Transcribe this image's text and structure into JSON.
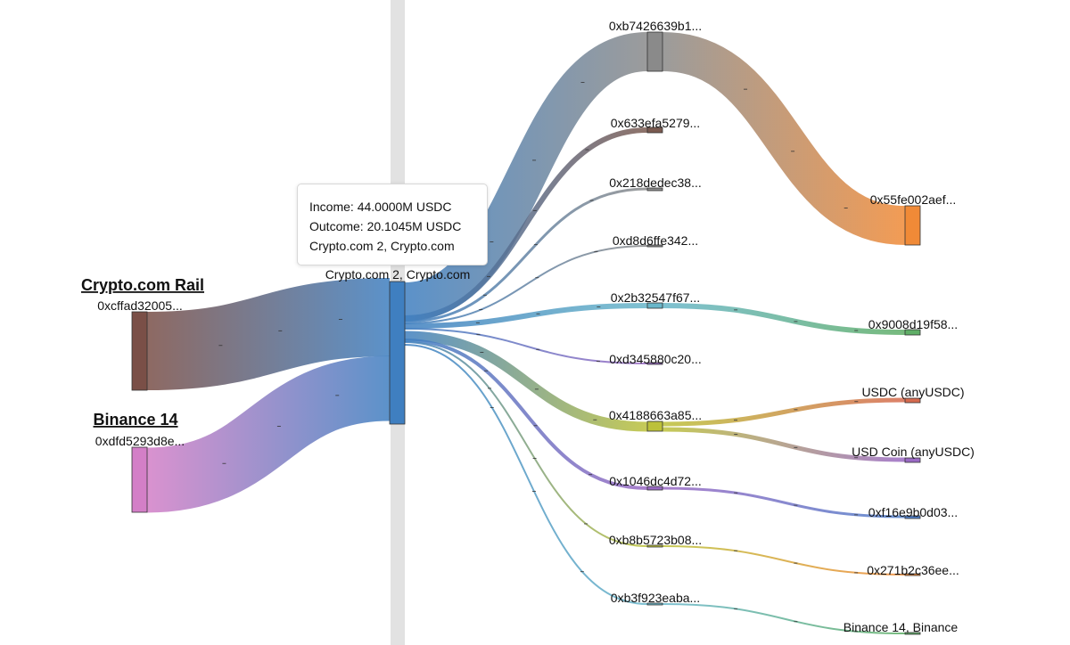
{
  "colors": {
    "rail": "#7a4f47",
    "binance": "#d37fc7",
    "hub": "#3f7fc0",
    "gray": "#8a8a8a",
    "orange": "#f08a37",
    "green": "#5fae67",
    "olive": "#bcc13a",
    "red": "#d66a4f",
    "purple": "#9a6ac4",
    "blue": "#4f7fc9",
    "teal": "#69b6c9",
    "brown": "#7a5a50"
  },
  "entities": [
    {
      "id": "rail",
      "label": "Crypto.com Rail"
    },
    {
      "id": "binance",
      "label": "Binance 14"
    }
  ],
  "nodes": [
    {
      "id": "rail",
      "label": "0xcffad32005..."
    },
    {
      "id": "binance",
      "label": "0xdfd5293d8e..."
    },
    {
      "id": "hub",
      "label": "Crypto.com 2, Crypto.com"
    },
    {
      "id": "b742",
      "label": "0xb7426639b1..."
    },
    {
      "id": "633e",
      "label": "0x633efa5279..."
    },
    {
      "id": "218d",
      "label": "0x218dedec38..."
    },
    {
      "id": "d8d6",
      "label": "0xd8d6ffe342..."
    },
    {
      "id": "2b32",
      "label": "0x2b32547f67..."
    },
    {
      "id": "d345",
      "label": "0xd345880c20..."
    },
    {
      "id": "4188",
      "label": "0x4188663a85..."
    },
    {
      "id": "1046",
      "label": "0x1046dc4d72..."
    },
    {
      "id": "b8b5",
      "label": "0xb8b5723b08..."
    },
    {
      "id": "b3f9",
      "label": "0xb3f923eaba..."
    },
    {
      "id": "55fe",
      "label": "0x55fe002aef..."
    },
    {
      "id": "9008",
      "label": "0x9008d19f58..."
    },
    {
      "id": "usdc",
      "label": "USDC (anyUSDC)"
    },
    {
      "id": "usdcoin",
      "label": "USD Coin (anyUSDC)"
    },
    {
      "id": "f16e",
      "label": "0xf16e9b0d03..."
    },
    {
      "id": "271b",
      "label": "0x271b2c36ee..."
    },
    {
      "id": "bin14",
      "label": "Binance 14, Binance"
    }
  ],
  "links": [
    {
      "source": "rail",
      "target": "hub",
      "value": 24
    },
    {
      "source": "binance",
      "target": "hub",
      "value": 20
    },
    {
      "source": "hub",
      "target": "b742",
      "value": 12
    },
    {
      "source": "hub",
      "target": "633e",
      "value": 1.3
    },
    {
      "source": "hub",
      "target": "218d",
      "value": 0.8
    },
    {
      "source": "hub",
      "target": "d8d6",
      "value": 0.4
    },
    {
      "source": "hub",
      "target": "2b32",
      "value": 1.2
    },
    {
      "source": "hub",
      "target": "d345",
      "value": 0.3
    },
    {
      "source": "hub",
      "target": "4188",
      "value": 2.4
    },
    {
      "source": "hub",
      "target": "1046",
      "value": 0.6
    },
    {
      "source": "hub",
      "target": "b8b5",
      "value": 0.3
    },
    {
      "source": "hub",
      "target": "b3f9",
      "value": 0.4
    },
    {
      "source": "b742",
      "target": "55fe",
      "value": 12
    },
    {
      "source": "2b32",
      "target": "9008",
      "value": 1.2
    },
    {
      "source": "4188",
      "target": "usdc",
      "value": 1.2
    },
    {
      "source": "4188",
      "target": "usdcoin",
      "value": 1.2
    },
    {
      "source": "1046",
      "target": "f16e",
      "value": 0.6
    },
    {
      "source": "b8b5",
      "target": "271b",
      "value": 0.3
    },
    {
      "source": "b3f9",
      "target": "bin14",
      "value": 0.4
    }
  ],
  "tooltip": {
    "income": "Income: 44.0000M USDC",
    "outcome": "Outcome: 20.1045M USDC",
    "name": "Crypto.com 2, Crypto.com"
  }
}
